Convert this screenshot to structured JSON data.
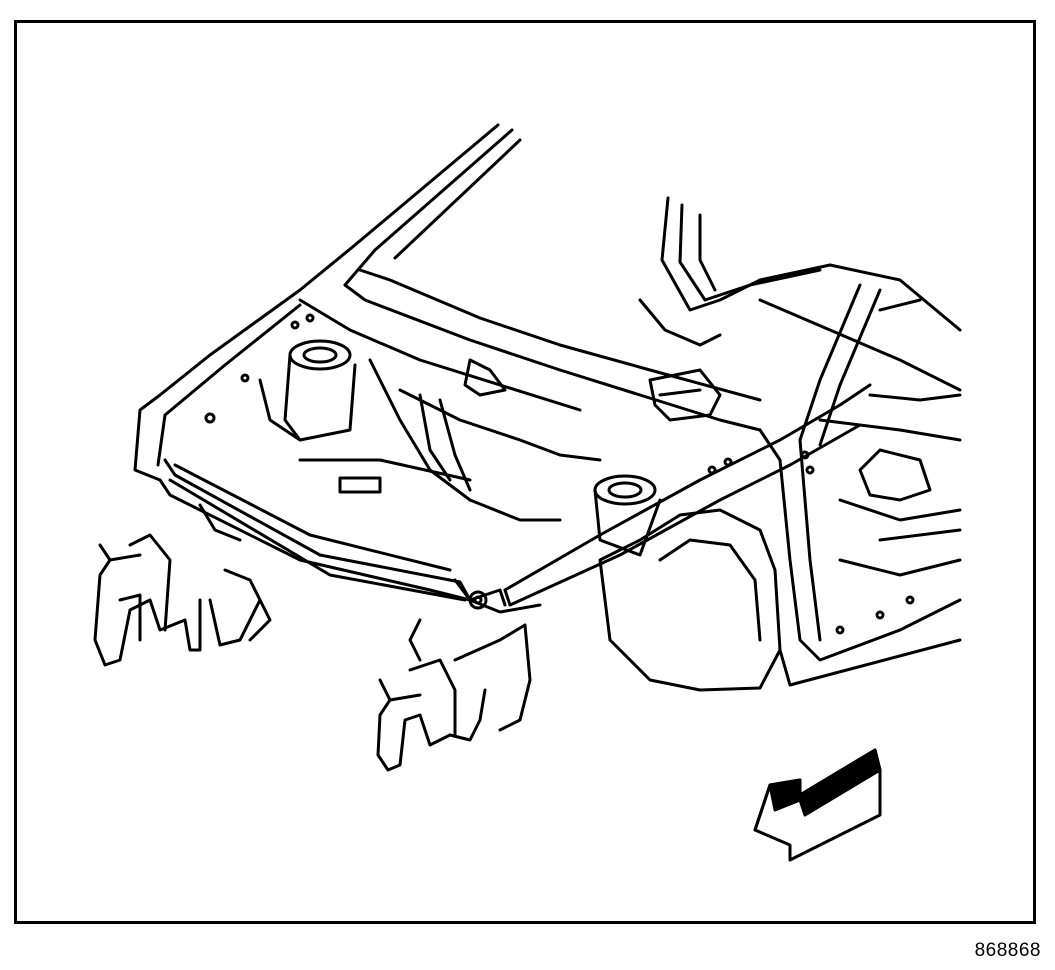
{
  "figure": {
    "id_label": "868868",
    "subject": "vehicle-front-body-structure-isometric",
    "direction_indicator": "arrow-pointing-front-left",
    "line_color": "#000000",
    "background_color": "#ffffff"
  }
}
